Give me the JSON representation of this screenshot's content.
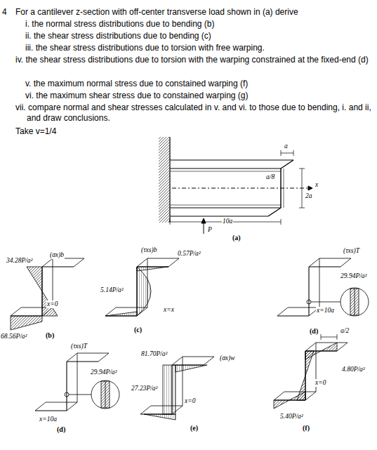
{
  "diagram": {
    "labels": [
      "4",
      "For a cantilever z-section with off-center transverse load shown in (a) derive",
      "i. the normal stress distributions due to bending (b)",
      "ii. the shear stress distributions due to bending (c)",
      "iii. the shear stress distributions due to torsion with free warping.",
      "iv. the shear stress distributions due to torsion with the warping constrained at the fixed-end (d)",
      "v. the maximum normal stress due to constained warping (f)",
      "vi. the maximum shear stress due to constained warping (g)",
      "vii. compare normal and shear stresses calculated in v. and vi. to those due to bending, i. and ii, and draw conclusions.",
      "Take v=1/4",
      "a",
      "a/8",
      "2a",
      "x",
      "10a",
      "P",
      "(a)",
      "34.28P/a²",
      "(σx)b",
      "68.56P/a²",
      "x=0",
      "(b)",
      "(τxs)b",
      "0.57P/a²",
      "5.14P/a²",
      "x=x",
      "(c)",
      "(τxs)T",
      "29.94P/a²",
      "x=10a",
      "(d)",
      "(τxs)T",
      "29.94P/a²",
      "x=10a",
      "(d)",
      "81.70P/a²",
      "(σx)w",
      "27.23P/a²",
      "x=0",
      "(e)",
      "a/2",
      "4.80P/a²",
      "5.40P/a²",
      "x=0",
      "(f)"
    ]
  }
}
